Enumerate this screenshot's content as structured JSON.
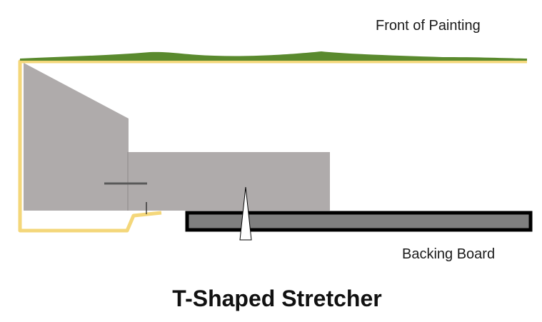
{
  "labels": {
    "front": "Front of Painting",
    "backing": "Backing Board",
    "title": "T-Shaped Stretcher"
  },
  "colors": {
    "paint": "#5a8a2e",
    "canvas": "#f4d77a",
    "wood": "#afabab",
    "backing_fill": "#7f7f7f",
    "backing_border": "#000000",
    "nail": "#595959",
    "wedge": "#ffffff"
  }
}
